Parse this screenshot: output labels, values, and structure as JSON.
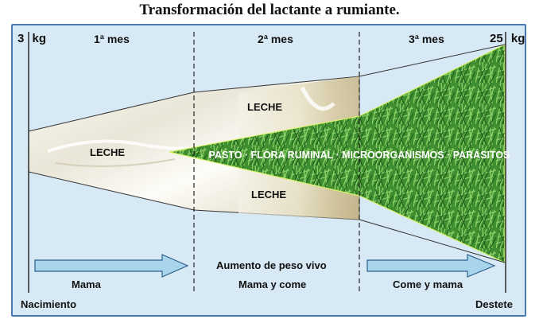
{
  "title": "Transformación del lactante a rumiante.",
  "axis": {
    "start_weight_value": "3",
    "end_weight_value": "25",
    "unit": "kg",
    "months": [
      "1ª mes",
      "2ª mes",
      "3ª mes"
    ],
    "start_label": "Nacimiento",
    "end_label": "Destete"
  },
  "regions": {
    "milk_left": "LECHE",
    "milk_top": "LECHE",
    "milk_bottom": "LECHE",
    "rumen_label": "PASTO · FLORA RUMINAL · MICROORGANISMOS · PARÁSITOS"
  },
  "bottom": {
    "center_caption": "Aumento de peso vivo",
    "phase_1": "Mama",
    "phase_2": "Mama y come",
    "phase_3": "Come y mama"
  },
  "colors": {
    "panel_bg": "#d7e9f4",
    "panel_border": "#4a78b0",
    "arrow_fill": "#a8d4ec",
    "grass": "#3c8a2e",
    "milk": "#f3efe0"
  },
  "icons": [
    "progress-arrow-icon"
  ]
}
